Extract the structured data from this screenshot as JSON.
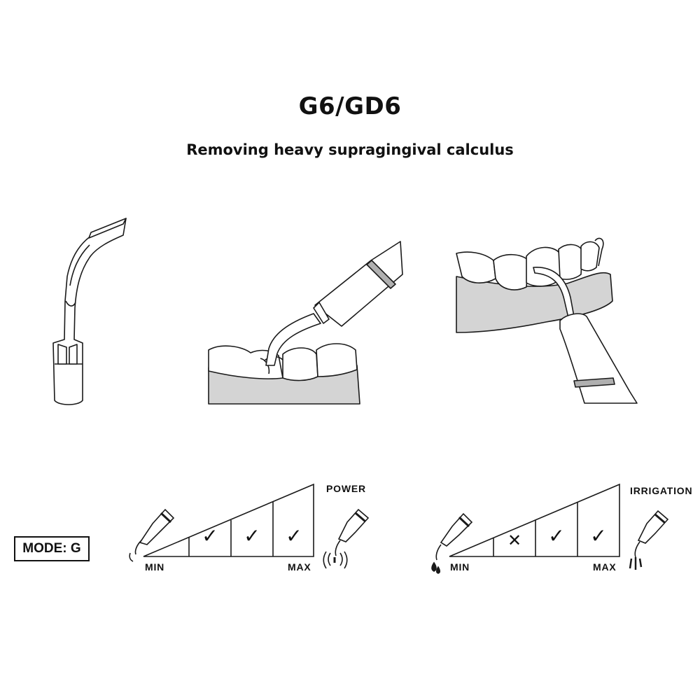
{
  "header": {
    "title": "G6/GD6",
    "subtitle": "Removing heavy supragingival calculus"
  },
  "mode": {
    "label": "MODE: G"
  },
  "power_scale": {
    "label": "POWER",
    "min_label": "MIN",
    "max_label": "MAX",
    "levels": [
      "✓",
      "✓",
      "✓"
    ]
  },
  "irrigation_scale": {
    "label": "IRRIGATION",
    "min_label": "MIN",
    "max_label": "MAX",
    "levels": [
      "✕",
      "✓",
      "✓"
    ]
  },
  "colors": {
    "gum": "#d4d4d4",
    "line": "#1a1a1a",
    "tip_band": "#b0b0b0"
  }
}
